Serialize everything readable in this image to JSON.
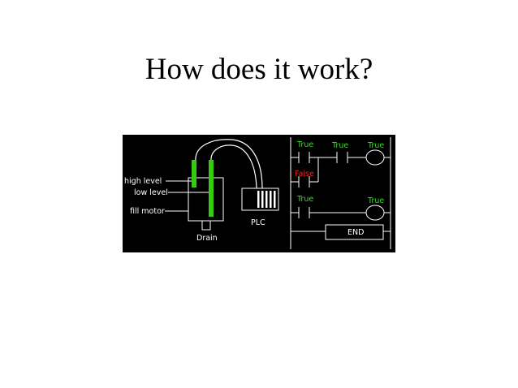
{
  "slide": {
    "title": "How does it work?"
  },
  "tank": {
    "high_level_label": "high level",
    "low_level_label": "low level",
    "fill_motor_label": "fill motor",
    "drain_label": "Drain"
  },
  "plc": {
    "label": "PLC"
  },
  "ladder": {
    "rung1": {
      "contact1_state": "True",
      "contact2_state": "True",
      "coil_state": "True"
    },
    "branch": {
      "contact_state": "False"
    },
    "rung2": {
      "contact_state": "True",
      "coil_state": "True"
    },
    "end_label": "END"
  },
  "colors": {
    "background": "#000000",
    "wire": "#ffffff",
    "sensor": "#33cc11",
    "true_state": "#33dd22",
    "false_state": "#ee2222"
  }
}
